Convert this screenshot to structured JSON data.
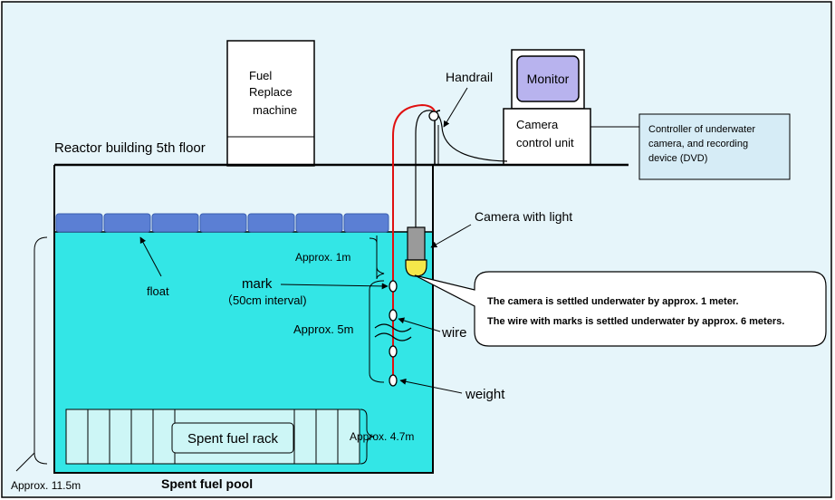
{
  "labels": {
    "fuel_machine": [
      "Fuel",
      "Replace",
      "machine"
    ],
    "monitor": "Monitor",
    "camera_control": [
      "Camera",
      "control unit"
    ],
    "controller_note": [
      "Controller of underwater",
      "camera, and recording",
      "device (DVD)"
    ],
    "handrail": "Handrail",
    "floor": "Reactor building 5th floor",
    "camera_light": "Camera with light",
    "float": "float",
    "mark": "mark",
    "mark_interval": "（50cm interval)",
    "approx_1m": "Approx. 1m",
    "approx_5m": "Approx. 5m",
    "wire": "wire",
    "weight": "weight",
    "callout_line1": "The camera is settled underwater by approx. 1 meter.",
    "callout_line2": "The wire with marks is settled underwater by approx. 6 meters.",
    "spent_fuel_rack": "Spent fuel rack",
    "approx_47m": "Approx. 4.7m",
    "approx_115m": "Approx. 11.5m",
    "spent_fuel_pool": "Spent fuel pool"
  },
  "colors": {
    "background": "#e6f5fa",
    "water": "#33e6e6",
    "float": "#5b7fd4",
    "rack": "#cdf6f6",
    "note_box": "#d6ecf6",
    "monitor_screen": "#b8b3ee",
    "wire_red": "#e01010",
    "camera_body": "#9a9a9a",
    "camera_light": "#f5e84a"
  }
}
